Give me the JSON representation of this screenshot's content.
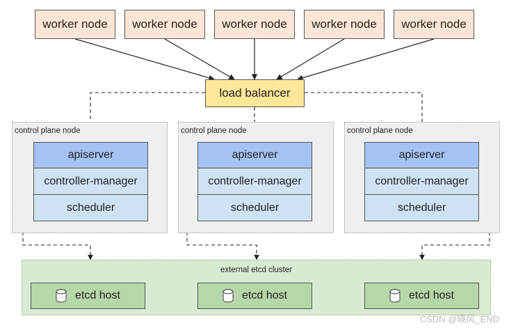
{
  "workers": [
    "worker node",
    "worker node",
    "worker node",
    "worker node",
    "worker node"
  ],
  "load_balancer": "load balancer",
  "control_planes": [
    {
      "label": "control plane node",
      "components": [
        "apiserver",
        "controller-manager",
        "scheduler"
      ]
    },
    {
      "label": "control plane node",
      "components": [
        "apiserver",
        "controller-manager",
        "scheduler"
      ]
    },
    {
      "label": "control plane node",
      "components": [
        "apiserver",
        "controller-manager",
        "scheduler"
      ]
    }
  ],
  "etcd": {
    "label": "external etcd cluster",
    "hosts": [
      "etcd host",
      "etcd host",
      "etcd host"
    ],
    "host_icon": "database-icon"
  },
  "watermark": "CSDN @晓风_END",
  "colors": {
    "worker": "#fbe5d6",
    "load_balancer": "#ffe699",
    "apiserver": "#a4c2f4",
    "component": "#cfe2f3",
    "control_plane_bg": "#efefef",
    "etcd_cluster_bg": "#d9ead3",
    "etcd_host": "#b6d7a8"
  }
}
